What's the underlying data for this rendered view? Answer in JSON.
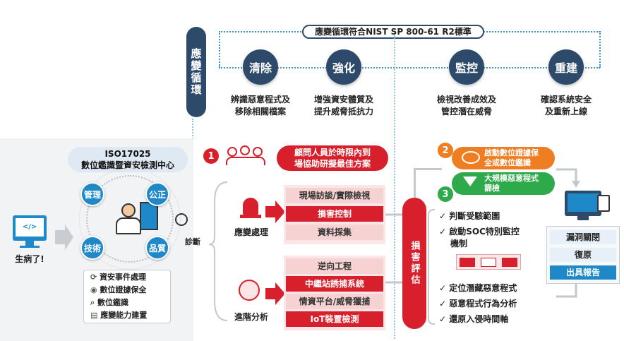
{
  "cycle": {
    "side_label": "應變循環",
    "banner": "應變循環符合NIST SP 800-61 R2標準",
    "steps": [
      {
        "title": "清除",
        "desc1": "辨識惡意程式及",
        "desc2": "移除相關檔案"
      },
      {
        "title": "強化",
        "desc1": "增強資安體質及",
        "desc2": "提升威脅抵抗力"
      },
      {
        "title": "監控",
        "desc1": "檢視改善成效及",
        "desc2": "管控潛在威脅"
      },
      {
        "title": "重建",
        "desc1": "確認系統安全",
        "desc2": "及重新上線"
      }
    ]
  },
  "patient": {
    "label": "生病了!"
  },
  "center": {
    "title1": "ISO17025",
    "title2": "數位鑑識暨資安檢測中心",
    "badges": [
      "管理",
      "公正",
      "技術",
      "品質"
    ],
    "diagnosis": "診斷",
    "services": [
      "資安事件處理",
      "數位證據保全",
      "數位鑑識",
      "應變能力建置"
    ]
  },
  "process": {
    "step1_num": "1",
    "step1_text1": "顧問人員於時限內到",
    "step1_text2": "場協助研擬最佳方案",
    "response_label": "應變處理",
    "response_items": [
      "現場訪談/實際檢視",
      "損害控制",
      "資料採集"
    ],
    "analysis_label": "進階分析",
    "analysis_items": [
      "逆向工程",
      "中繼站誘捕系統",
      "情資平台/威脅獵捕",
      "IoT裝置檢測"
    ],
    "assessment_label": "損害評估"
  },
  "actions": {
    "step2_num": "2",
    "step2_text1": "啟動數位證據保",
    "step2_text2": "全或數位鑑識",
    "step3_num": "3",
    "step3_text1": "大規模惡意程式",
    "step3_text2": "篩檢",
    "checks_top": [
      "判斷受駭範圍",
      "啟動SOC特別監控",
      "機制"
    ],
    "checks_bottom": [
      "定位潛藏惡意程式",
      "惡意程式行為分析",
      "還原入侵時間軸"
    ],
    "check_mark": "✓"
  },
  "outcome": {
    "items": [
      "漏洞關閉",
      "復原",
      "出具報告"
    ]
  },
  "colors": {
    "navy": "#2e4a6b",
    "red": "#d7202b",
    "pink": "#f7d2d3",
    "blue": "#1e88c8",
    "orange": "#ef7d22",
    "green": "#2eaa4a"
  }
}
